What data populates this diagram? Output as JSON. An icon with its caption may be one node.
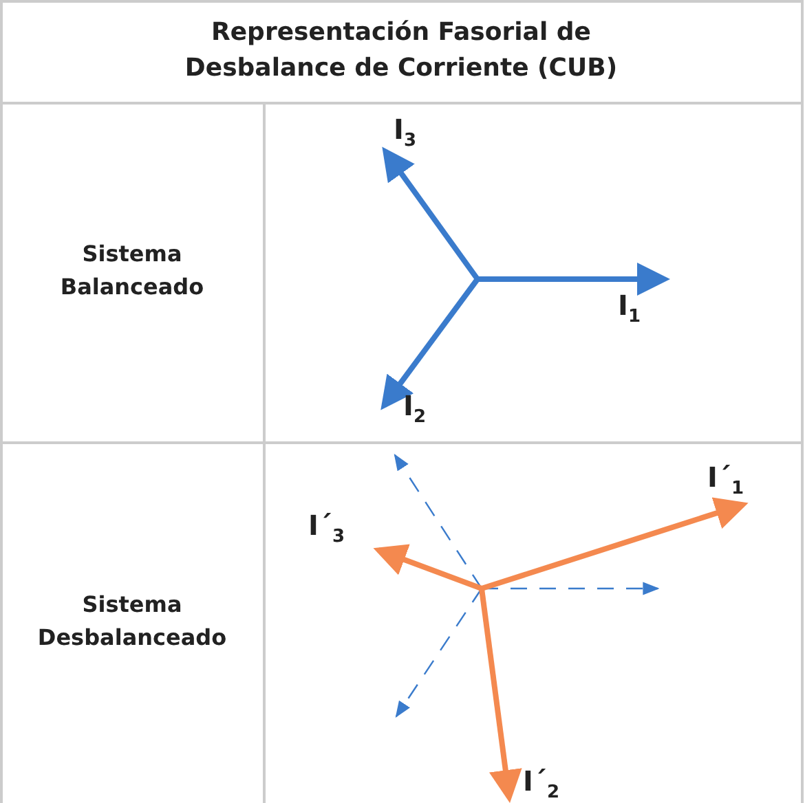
{
  "diagram": {
    "title": "Representación Fasorial  de Desbalance de Corriente (CUB)",
    "labels": [
      "I$_{3}$",
      "Sistema Balanceado",
      "I$_{1}$",
      "I$_{2}$",
      "I´$_{1}$",
      "I´$_{3}$",
      "Sistema Desbalanceado",
      "I´$_{2}$"
    ]
  }
}
